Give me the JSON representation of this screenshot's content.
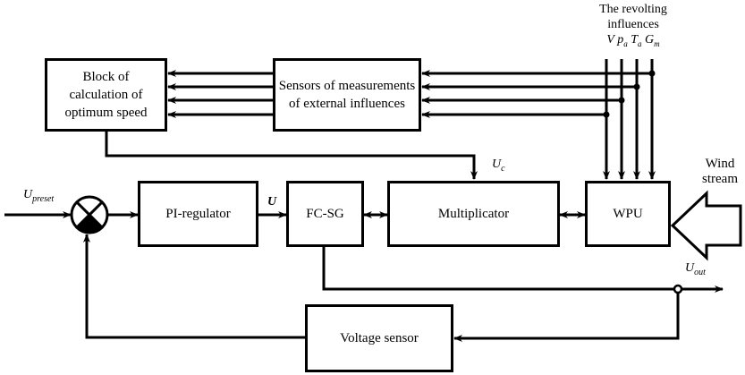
{
  "blocks": {
    "optimum_speed": "Block of calculation of optimum speed",
    "sensors": "Sensors of measurements of external influences",
    "pi_regulator": "PI-regulator",
    "fc_sg": "FC-SG",
    "multiplicator": "Multiplicator",
    "wpu": "WPU",
    "voltage_sensor": "Voltage sensor"
  },
  "labels": {
    "u_preset": "U",
    "u_preset_sub": "preset",
    "u": "U",
    "u_c": "U",
    "u_c_sub": "c",
    "u_out": "U",
    "u_out_sub": "out",
    "wind_line1": "Wind",
    "wind_line2": "stream",
    "influences_line1": "The revolting",
    "influences_line2": "influences",
    "infl_v": "V",
    "infl_p": "p",
    "infl_p_sub": "a",
    "infl_t": "T",
    "infl_t_sub": "a",
    "infl_g": "G",
    "infl_g_sub": "m"
  }
}
